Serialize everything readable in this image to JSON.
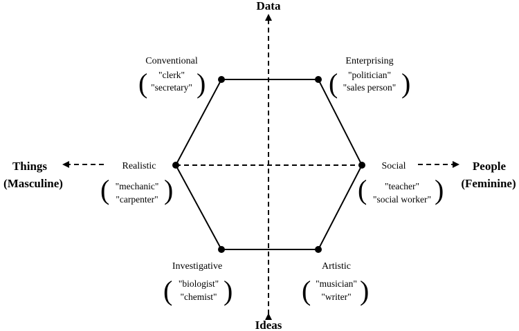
{
  "axes": {
    "top": "Data",
    "bottom": "Ideas",
    "left": [
      "Things",
      "(Masculine)"
    ],
    "right": [
      "People",
      "(Feminine)"
    ]
  },
  "types": {
    "conventional": {
      "label": "Conventional",
      "examples": [
        "\"clerk\"",
        "\"secretary\""
      ]
    },
    "enterprising": {
      "label": "Enterprising",
      "examples": [
        "\"politician\"",
        "\"sales person\""
      ]
    },
    "realistic": {
      "label": "Realistic",
      "examples": [
        "\"mechanic\"",
        "\"carpenter\""
      ]
    },
    "social": {
      "label": "Social",
      "examples": [
        "\"teacher\"",
        "\"social worker\""
      ]
    },
    "investigative": {
      "label": "Investigative",
      "examples": [
        "\"biologist\"",
        "\"chemist\""
      ]
    },
    "artistic": {
      "label": "Artistic",
      "examples": [
        "\"musician\"",
        "\"writer\""
      ]
    }
  },
  "colors": {
    "ink": "#000000",
    "background": "#ffffff"
  }
}
